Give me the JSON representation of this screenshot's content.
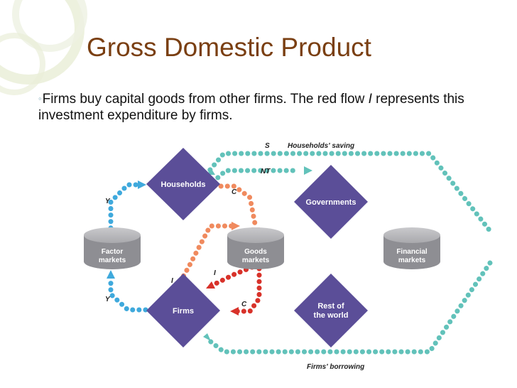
{
  "slide": {
    "title": "Gross Domestic Product",
    "body_before": "Firms buy capital goods from other firms. The red flow ",
    "body_italic": "I",
    "body_after": " represents this investment expenditure by firms."
  },
  "diagram": {
    "nodes": {
      "households": "Households",
      "governments": "Governments",
      "firms": "Firms",
      "rest_line1": "Rest of",
      "rest_line2": "the world",
      "factor_line1": "Factor",
      "factor_line2": "markets",
      "goods_line1": "Goods",
      "goods_line2": "markets",
      "financial_line1": "Financial",
      "financial_line2": "markets"
    },
    "flows": {
      "s": "S",
      "households_saving": "Households' saving",
      "nt": "NT",
      "y_top": "Y",
      "y_bottom": "Y",
      "c_top": "C",
      "c_bottom": "C",
      "i_left": "I",
      "i_right": "I",
      "firms_borrowing": "Firms' borrowing"
    },
    "colors": {
      "diamond": "#5b4e98",
      "cylinder": "#9a9a9e",
      "blue_flow": "#3fa9dc",
      "teal_flow": "#62c2ba",
      "orange_flow": "#f08a5e",
      "red_flow": "#d8322a",
      "title": "#7a3f12"
    }
  }
}
